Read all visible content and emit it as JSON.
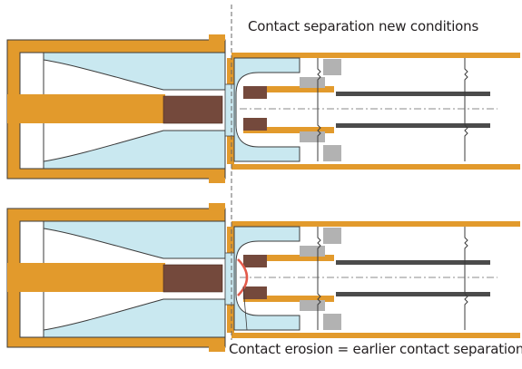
{
  "captions": {
    "top": "Contact separation new conditions",
    "bottom": "Contact erosion = earlier contact separation"
  },
  "panels": [
    {
      "id": "top",
      "state": "contact separation new conditions",
      "erosion": false
    },
    {
      "id": "bottom",
      "state": "contact erosion",
      "erosion": true
    }
  ],
  "colors": {
    "housing": "#e29a2c",
    "nozzle": "#c9e8f0",
    "outline": "#3b3b3b",
    "contact": "#74493c",
    "silver": "#b2b2b2",
    "rod": "#4b4b4b",
    "arc": "#e35a4a",
    "axis": "#666666",
    "text": "#231f20"
  }
}
